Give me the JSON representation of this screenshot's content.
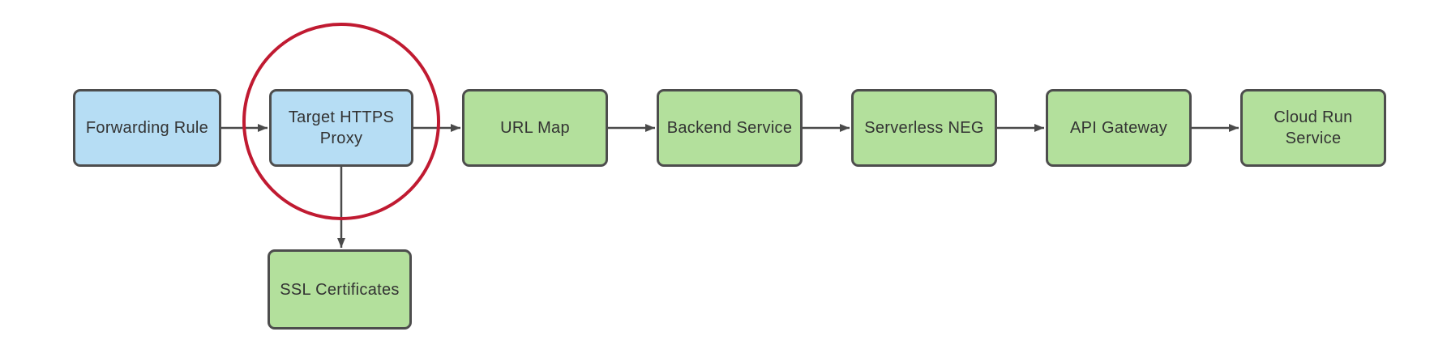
{
  "diagram": {
    "type": "flowchart",
    "nodes": [
      {
        "id": "forwarding-rule",
        "label": "Forwarding Rule",
        "fill": "blue"
      },
      {
        "id": "target-https-proxy",
        "label": "Target HTTPS Proxy",
        "fill": "blue",
        "annotation": "red-circle"
      },
      {
        "id": "url-map",
        "label": "URL Map",
        "fill": "green"
      },
      {
        "id": "backend-service",
        "label": "Backend Service",
        "fill": "green"
      },
      {
        "id": "serverless-neg",
        "label": "Serverless NEG",
        "fill": "green"
      },
      {
        "id": "api-gateway",
        "label": "API Gateway",
        "fill": "green"
      },
      {
        "id": "cloud-run-service",
        "label": "Cloud Run Service",
        "fill": "green"
      },
      {
        "id": "ssl-certificates",
        "label": "SSL Certificates",
        "fill": "green"
      }
    ],
    "edges": [
      {
        "from": "forwarding-rule",
        "to": "target-https-proxy",
        "direction": "right"
      },
      {
        "from": "target-https-proxy",
        "to": "url-map",
        "direction": "right"
      },
      {
        "from": "url-map",
        "to": "backend-service",
        "direction": "right"
      },
      {
        "from": "backend-service",
        "to": "serverless-neg",
        "direction": "right"
      },
      {
        "from": "serverless-neg",
        "to": "api-gateway",
        "direction": "right"
      },
      {
        "from": "api-gateway",
        "to": "cloud-run-service",
        "direction": "right"
      },
      {
        "from": "target-https-proxy",
        "to": "ssl-certificates",
        "direction": "down"
      }
    ],
    "annotation": {
      "shape": "circle",
      "around": "target-https-proxy",
      "color": "#C01A31"
    }
  },
  "colors": {
    "background": "#FFFFFF",
    "node_blue_fill": "#B6DDF4",
    "node_green_fill": "#B3E09C",
    "node_border": "#4D4D4D",
    "text": "#333333",
    "arrow": "#4A4A4A",
    "annotation_circle": "#C01A31"
  }
}
